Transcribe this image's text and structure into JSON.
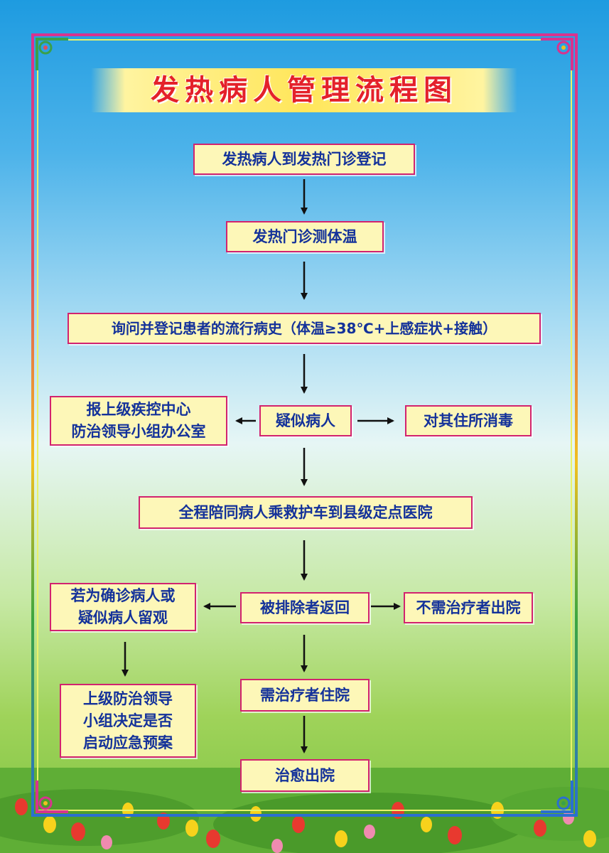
{
  "title": "发热病人管理流程图",
  "colors": {
    "title_text": "#e4212a",
    "box_fill": "#fdf7b8",
    "box_border": "#d2236f",
    "box_text": "#14329a",
    "arrow": "#111111"
  },
  "nodes": {
    "register": "发热病人到发热门诊登记",
    "temperature": "发热门诊测体温",
    "history": "询问并登记患者的流行病史（体温≥38℃+上感症状+接触）",
    "report": "报上级疾控中心\n防治领导小组办公室",
    "suspected": "疑似病人",
    "disinfect": "对其住所消毒",
    "transfer": "全程陪同病人乘救护车到县级定点医院",
    "observe": "若为确诊病人或\n疑似病人留观",
    "excluded": "被排除者返回",
    "discharge_no_treatment": "不需治疗者出院",
    "emergency_plan": "上级防治领导\n小组决定是否\n启动应急预案",
    "hospitalize": "需治疗者住院",
    "cured": "治愈出院"
  }
}
